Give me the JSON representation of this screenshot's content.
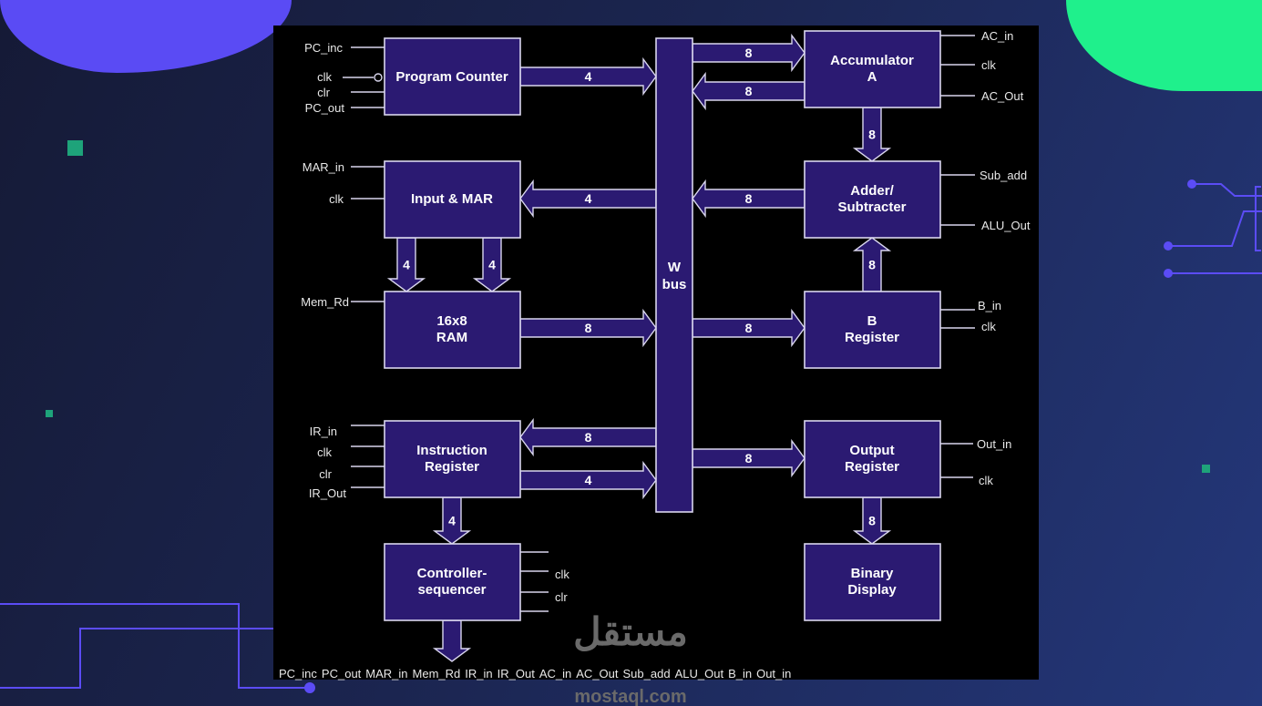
{
  "blocks": {
    "pc": "Program Counter",
    "mar": "Input & MAR",
    "ram": [
      "16x8",
      "RAM"
    ],
    "ir": [
      "Instruction",
      "Register"
    ],
    "ctrl": [
      "Controller-",
      "sequencer"
    ],
    "bus": [
      "W",
      "bus"
    ],
    "acc": [
      "Accumulator",
      "A"
    ],
    "adder": [
      "Adder/",
      "Subtracter"
    ],
    "breg": [
      "B",
      "Register"
    ],
    "out": [
      "Output",
      "Register"
    ],
    "disp": [
      "Binary",
      "Display"
    ]
  },
  "bus_widths": {
    "pc_bus": "4",
    "bus_acc": "8",
    "acc_bus": "8",
    "bus_mar": "4",
    "adder_bus": "8",
    "ram_bus": "8",
    "bus_b": "8",
    "bus_ir": "8",
    "ir_bus": "4",
    "bus_out": "8",
    "mar_ram_1": "4",
    "mar_ram_2": "4",
    "acc_adder": "8",
    "b_adder": "8",
    "ir_ctrl": "4",
    "out_disp": "8"
  },
  "signals": {
    "pc": [
      "PC_inc",
      "clk",
      "clr",
      "PC_out"
    ],
    "mar": [
      "MAR_in",
      "clk"
    ],
    "ram": [
      "Mem_Rd"
    ],
    "ir": [
      "IR_in",
      "clk",
      "clr",
      "IR_Out"
    ],
    "acc": [
      "AC_in",
      "clk",
      "AC_Out"
    ],
    "adder": [
      "Sub_add",
      "ALU_Out"
    ],
    "breg": [
      "B_in",
      "clk"
    ],
    "out": [
      "Out_in",
      "clk"
    ],
    "ctrl": [
      "clk",
      "clr"
    ]
  },
  "control_word": [
    "PC_inc",
    "PC_out",
    "MAR_in",
    "Mem_Rd",
    "IR_in",
    "IR_Out",
    "AC_in",
    "AC_Out",
    "Sub_add",
    "ALU_Out",
    "B_in",
    "Out_in"
  ],
  "watermark": {
    "arabic": "مستقل",
    "latin": "mostaql.com"
  },
  "colors": {
    "block": "#2b1a72",
    "accent_purple": "#5b4cf5",
    "accent_green": "#1ef08a"
  }
}
